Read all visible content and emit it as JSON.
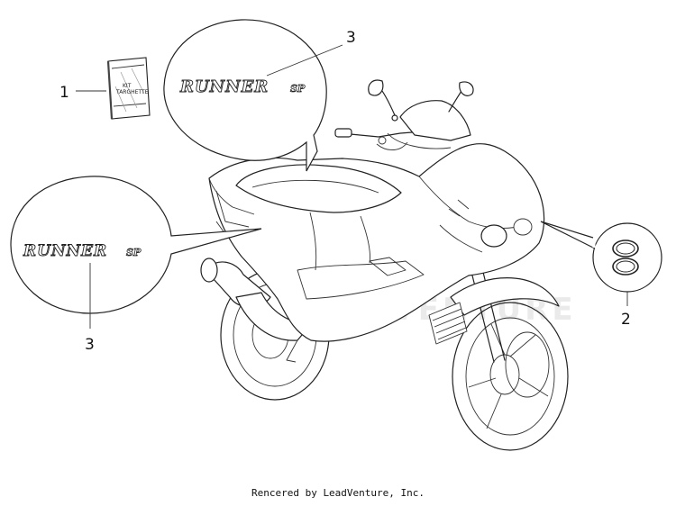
{
  "diagram": {
    "callouts": [
      {
        "id": "1",
        "label": "1"
      },
      {
        "id": "2",
        "label": "2"
      },
      {
        "id": "3a",
        "label": "3"
      },
      {
        "id": "3b",
        "label": "3"
      }
    ],
    "logo_main": "RUNNER",
    "logo_suffix": "SP",
    "kit_line1": "KIT",
    "kit_line2": "TARGHETTE",
    "watermark": "LEADVENTURE"
  },
  "footer": {
    "credit": "Rencered by LeadVenture, Inc."
  }
}
